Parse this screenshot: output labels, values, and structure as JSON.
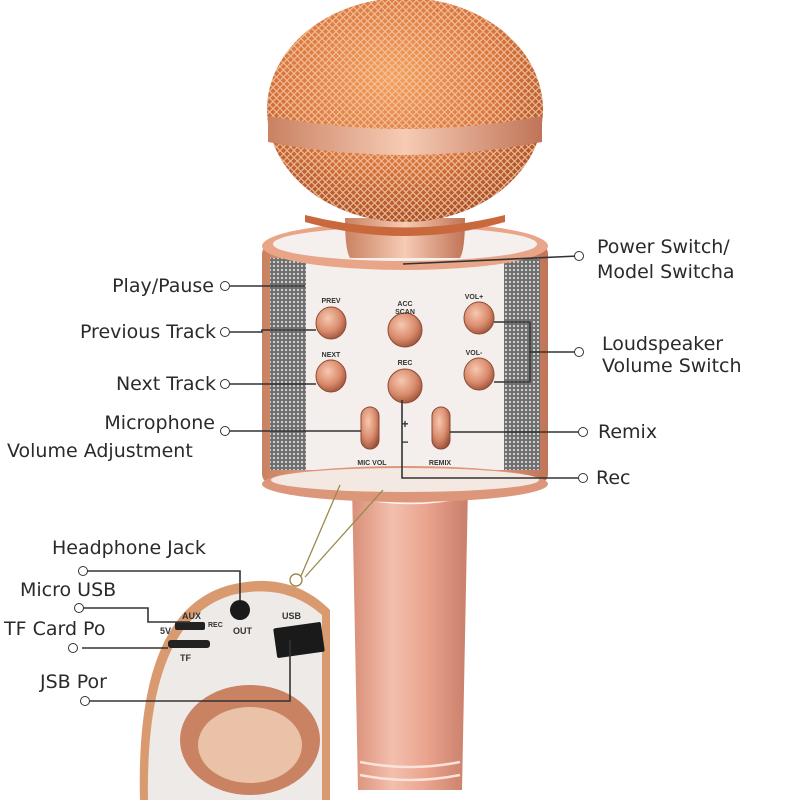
{
  "diagram": {
    "subject": "Wireless karaoke microphone (rose gold)",
    "colors": {
      "body": "#e8a78f",
      "grille": "#d9773f",
      "panel": "#f4efec",
      "speaker_mesh": "#8a8a8a",
      "button": "#d98b6c",
      "line": "#333333",
      "zoom_line": "#9a8a4a"
    },
    "left_labels": {
      "play_pause": "Play/Pause",
      "previous_track": "Previous Track",
      "next_track": "Next Track",
      "mic_volume_line1": "Microphone",
      "mic_volume_line2": "Volume Adjustment"
    },
    "right_labels": {
      "power_line1": "Power Switch/",
      "power_line2": "Model Switcha",
      "speaker_line1": "Loudspeaker",
      "speaker_line2": "Volume Switch",
      "remix": "Remix",
      "rec": "Rec"
    },
    "bottom_labels": {
      "headphone": "Headphone Jack",
      "micro_usb": "Micro USB",
      "tf_card": "TF Card Po",
      "usb_port": "JSB Por"
    },
    "panel_buttons": {
      "prev": "PREV",
      "acc_scan_1": "ACC",
      "acc_scan_2": "SCAN",
      "vol_up": "VOL+",
      "next": "NEXT",
      "rec": "REC",
      "vol_down": "VOL-",
      "mic_vol": "MIC VOL",
      "remix": "REMIX",
      "plus": "+",
      "minus": "−"
    },
    "port_labels": {
      "aux": "AUX",
      "five_v": "5V",
      "rec": "REC",
      "out": "OUT",
      "usb": "USB",
      "tf": "TF"
    }
  }
}
